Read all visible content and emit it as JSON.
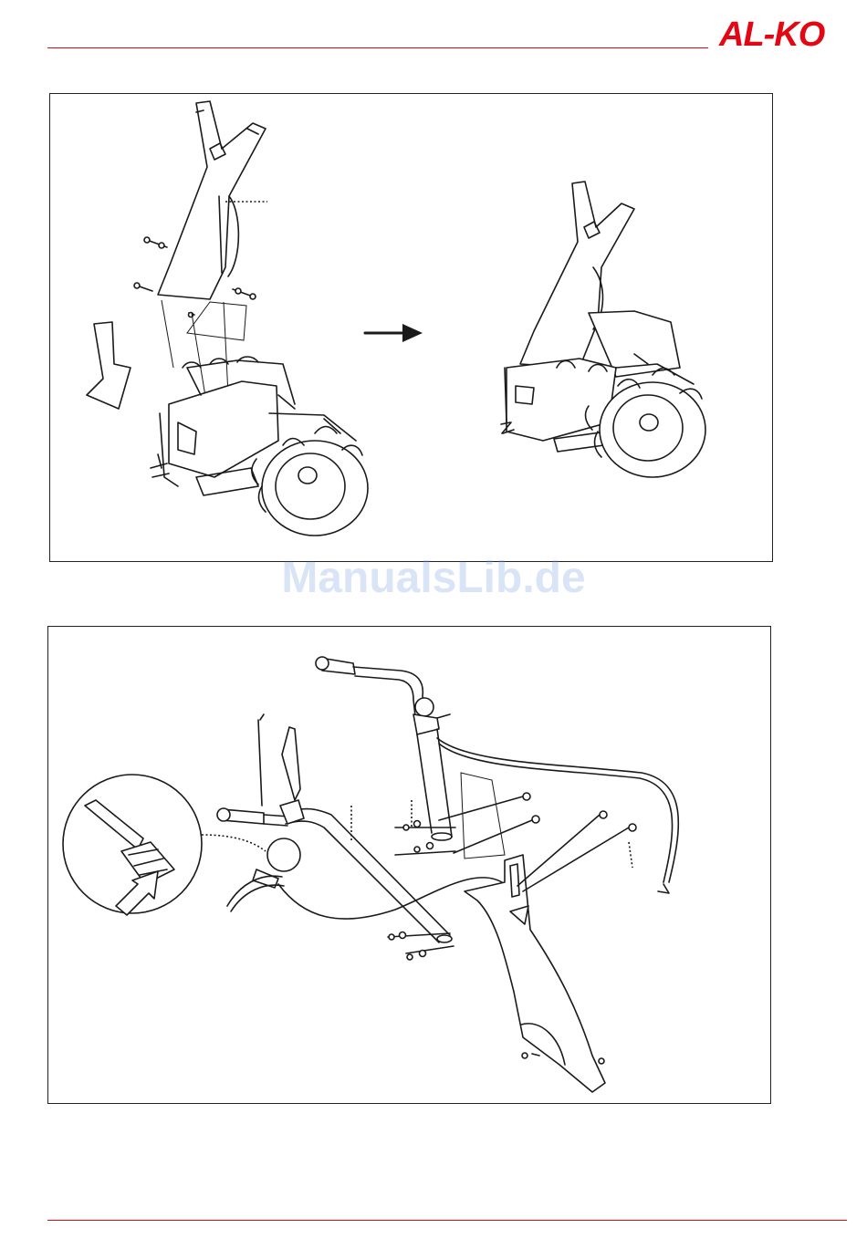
{
  "brand": {
    "logo_text": "AL-KO",
    "color": "#e30613"
  },
  "header": {
    "rule_color": "#e30613"
  },
  "footer": {
    "rule_color": "#e30613"
  },
  "watermark": {
    "text": "ManualsLib.de",
    "color": "#7aa6e6"
  },
  "figures": [
    {
      "id": "fig1",
      "content": "handlebar-holder-mounting-illustration"
    },
    {
      "id": "fig2",
      "content": "handlebar-and-cable-mounting-illustration"
    }
  ]
}
